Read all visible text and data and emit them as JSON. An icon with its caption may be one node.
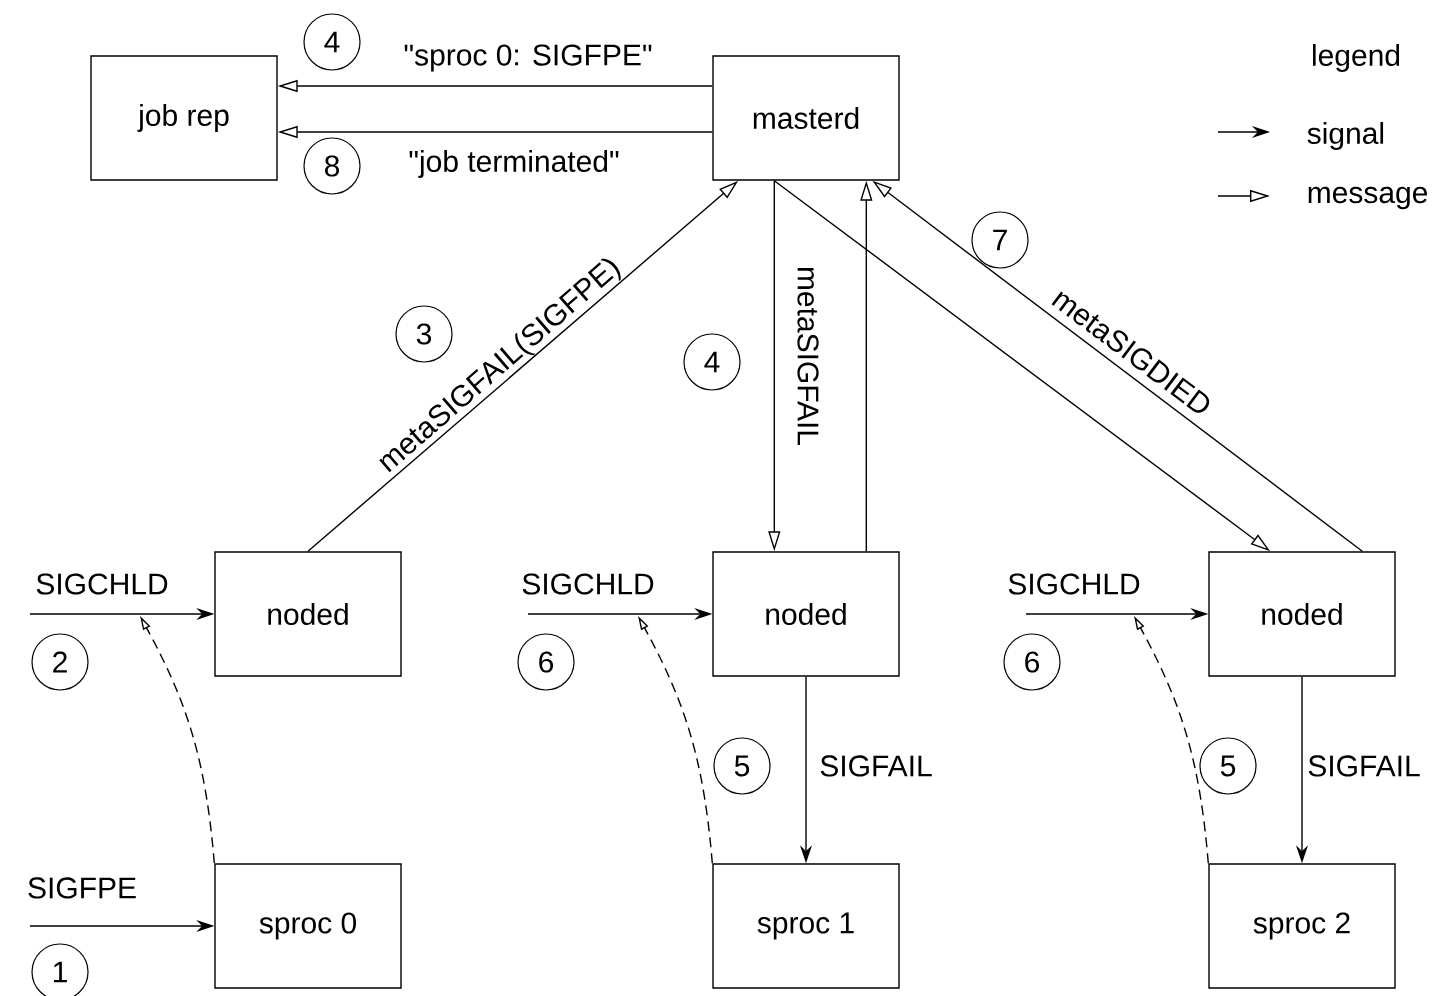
{
  "diagram": {
    "nodes": [
      {
        "text": [
          "job rep"
        ]
      },
      {
        "text": [
          "masterd"
        ]
      },
      {
        "text": [
          "noded"
        ]
      },
      {
        "text": [
          "noded"
        ]
      },
      {
        "text": [
          "noded"
        ]
      },
      {
        "text": [
          "sproc 0"
        ]
      },
      {
        "text": [
          "sproc 1"
        ]
      },
      {
        "text": [
          "sproc 2"
        ]
      }
    ],
    "edges": [
      {
        "from": 1,
        "to": 0,
        "arrow": "to",
        "label": "\"sproc 0: SIGFPE\""
      },
      {
        "from": 1,
        "to": 0,
        "arrow": "to",
        "label": "\"job terminated\""
      },
      {
        "from": 2,
        "to": 1,
        "arrow": "to",
        "label": "metaSIGFAIL(SIGFPE)"
      },
      {
        "from": 1,
        "to": 3,
        "arrow": "to",
        "label": "metaSIGFAIL"
      },
      {
        "from": 3,
        "to": 1,
        "arrow": "to"
      },
      {
        "from": 1,
        "to": 4,
        "arrow": "to"
      },
      {
        "from": 4,
        "to": 1,
        "arrow": "to",
        "label": "metaSIGDIED"
      },
      {
        "from": null,
        "to": 2,
        "arrow": "to",
        "label": "SIGCHLD"
      },
      {
        "from": null,
        "to": 3,
        "arrow": "to",
        "label": "SIGCHLD"
      },
      {
        "from": null,
        "to": 4,
        "arrow": "to",
        "label": "SIGCHLD"
      },
      {
        "from": null,
        "to": 5,
        "arrow": "to",
        "label": "SIGFPE"
      },
      {
        "from": 3,
        "to": 6,
        "arrow": "to",
        "label": "SIGFAIL"
      },
      {
        "from": 4,
        "to": 7,
        "arrow": "to",
        "label": "SIGFAIL"
      },
      {
        "from": 5,
        "to": null,
        "arrow": "to",
        "style": "dashed"
      },
      {
        "from": 6,
        "to": null,
        "arrow": "to",
        "style": "dashed"
      },
      {
        "from": 7,
        "to": null,
        "arrow": "to",
        "style": "dashed"
      }
    ],
    "labels": [
      "4",
      "legend",
      "8",
      "7",
      "3",
      "4",
      "2",
      "6",
      "6",
      "5",
      "5",
      "1"
    ],
    "legend": [
      {
        "text": "signal"
      },
      {
        "text": "message"
      }
    ]
  }
}
